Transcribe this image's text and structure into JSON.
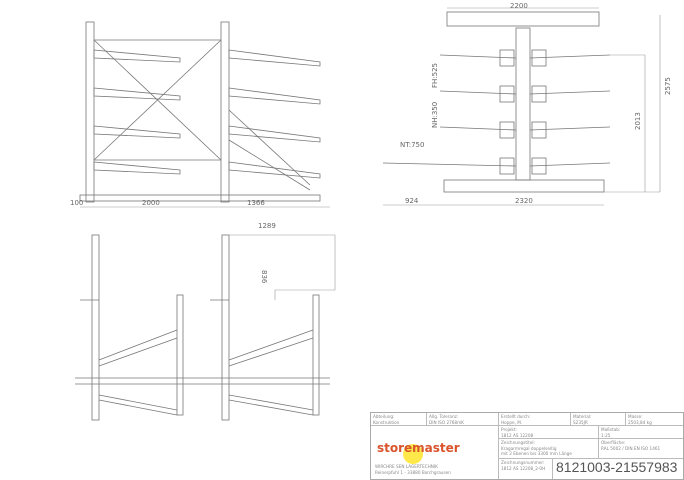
{
  "dimensions": {
    "front": {
      "left_offset": "100",
      "bay_width": "2000",
      "arm_length": "1366"
    },
    "plan": {
      "arm_reach": "1289",
      "height": "836"
    },
    "side": {
      "top_width": "2200",
      "overall_height": "2575",
      "top_arm_height": "2013",
      "overhang": "924",
      "base_width": "2320",
      "nt": "NT:750",
      "nh": "NH:350",
      "fh": "FH:525"
    }
  },
  "title_block": {
    "department_label": "Abteilung:",
    "department": "Konstruktion",
    "tolerance_label": "Allg. Toleranz:",
    "tolerance": "DIN ISO 2768mK",
    "author_label": "Erstellt durch:",
    "author": "Hoppe, M.",
    "material_label": "Material:",
    "material": "S235JR",
    "mass_label": "Masse:",
    "mass": "2503,84 kg",
    "project_label": "Projekt:",
    "project": "1812 AS 12208",
    "scale_label": "Maßstab:",
    "scale": "1:25",
    "drawing_title_label": "Zeichnungstitel:",
    "drawing_title_1": "Kragarmregal doppelseitig",
    "drawing_title_2": "mit 2 Ebenen bis 3300 mm Länge",
    "surface_label": "Oberfläche:",
    "surface": "RAL 5002 / DIN EN ISO 1461",
    "drawing_number_label": "Zeichnungsnummer:",
    "drawing_number": "1812 AS 12208_2-0H",
    "logo_text": "storemaster",
    "company": "WIRCHRE SEN LAGERTECHNIK",
    "address": "Reinerpfuhl 1 - 33880 Borchgrausen"
  },
  "watermark": "8121003-21557983"
}
